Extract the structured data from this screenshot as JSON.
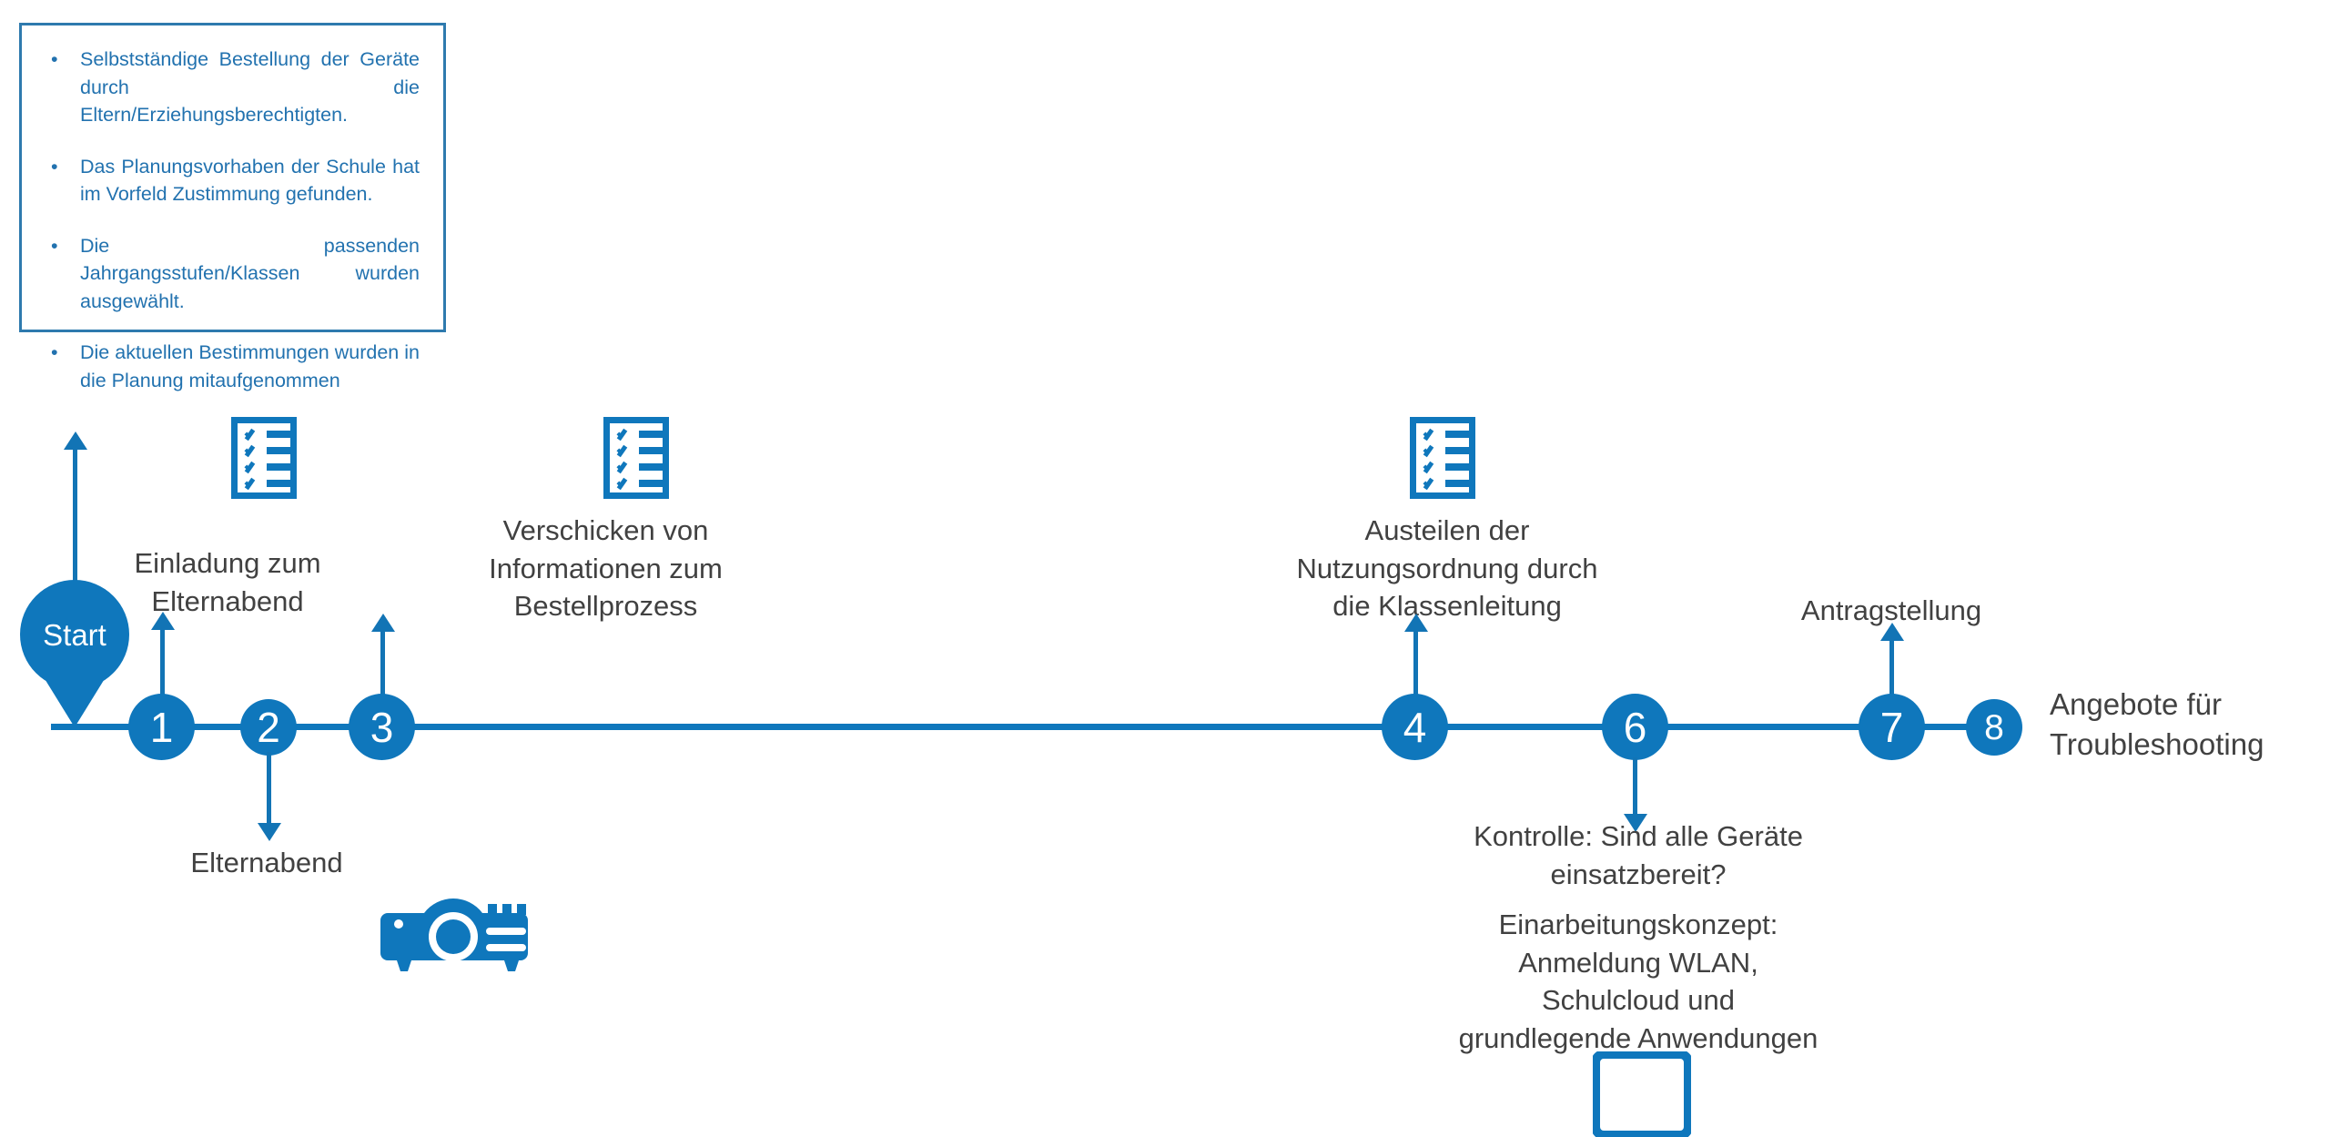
{
  "diagram": {
    "title_text_color": "#414141",
    "accent_color": "#0F77BC",
    "callout_text_color": "#2272AF",
    "callout_border_color": "#2E7AAE"
  },
  "prerequisites": {
    "items": [
      {
        "bullet": "•",
        "text": "Selbstständige Bestellung der Geräte durch die Eltern/Erziehungsberechtigten."
      },
      {
        "bullet": "•",
        "text": "Das Planungsvorhaben der Schule hat im Vorfeld Zustimmung gefunden."
      },
      {
        "bullet": "•",
        "text": "Die passenden Jahrgangsstufen/Klassen wurden ausgewählt."
      },
      {
        "bullet": "•",
        "text": "Die aktuellen Bestimmungen wurden in die Planung mitaufgenommen"
      }
    ]
  },
  "timeline": {
    "start_label": "Start",
    "nodes": [
      {
        "number": "1"
      },
      {
        "number": "2"
      },
      {
        "number": "3"
      },
      {
        "number": "4"
      },
      {
        "number": "6"
      },
      {
        "number": "7"
      },
      {
        "number": "8"
      }
    ],
    "captions": {
      "step1": "Einladung zum\nElternabend",
      "step2": "Elternabend",
      "step3": "Verschicken von\nInformationen zum\nBestellprozess",
      "step4": "Austeilen der\nNutzungsordnung durch\ndie Klassenleitung",
      "step6_control": "Kontrolle: Sind alle Geräte\neinsatzbereit?",
      "step6_concept": "Einarbeitungskonzept:\nAnmeldung WLAN,\nSchulcloud und\ngrundlegende Anwendungen",
      "step7": "Antragstellung",
      "step8": "Angebote für\nTroubleshooting"
    },
    "icons": {
      "checklist_step1": "checklist-icon",
      "checklist_step3": "checklist-icon",
      "checklist_step4": "checklist-icon",
      "projector_step2": "projector-icon",
      "tablet_step6": "tablet-icon"
    }
  }
}
